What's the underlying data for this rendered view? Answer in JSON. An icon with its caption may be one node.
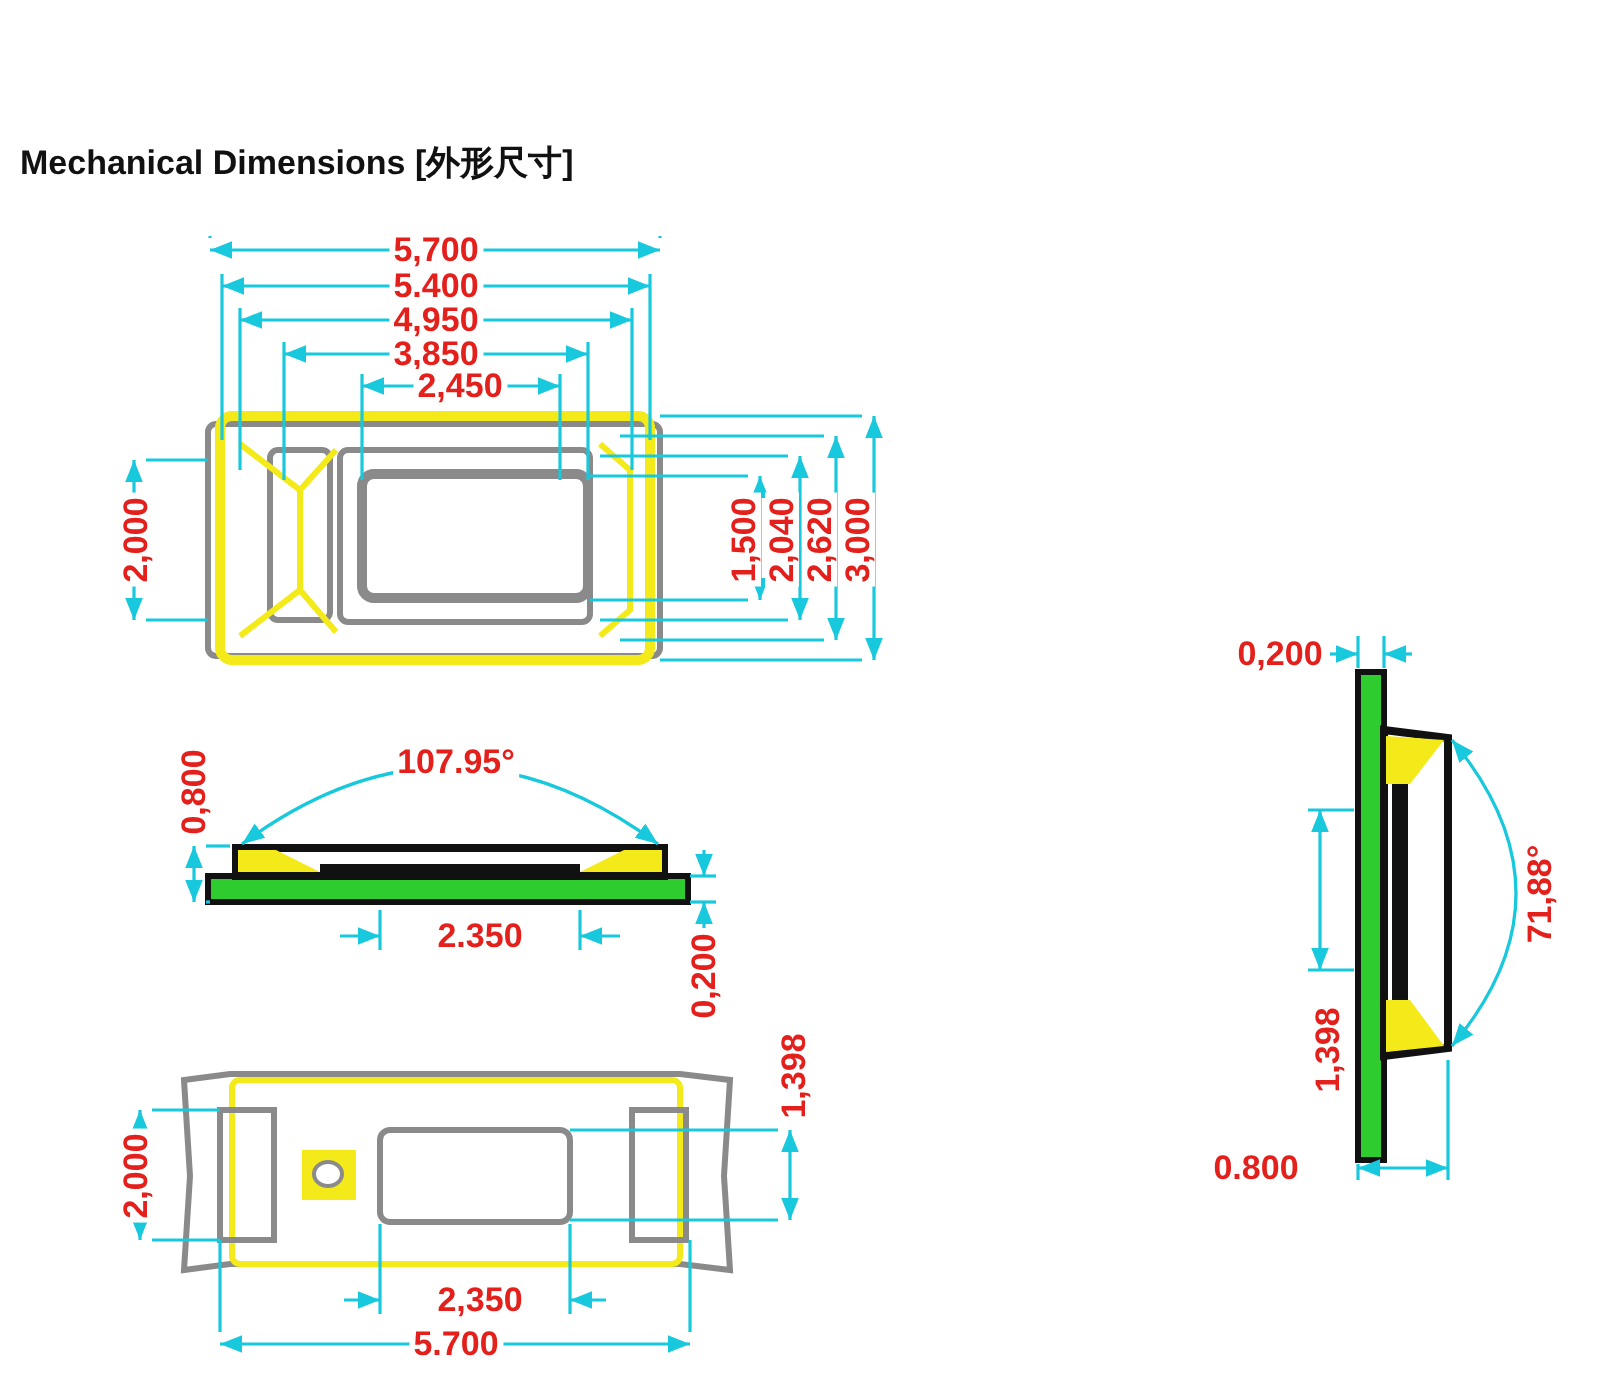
{
  "diagram": {
    "title": "Mechanical Dimensions [外形尺寸]",
    "labels": [
      "5,700",
      "5.400",
      "4,950",
      "3,850",
      "2,450",
      "2,000",
      "1,500",
      "2,040",
      "2,620",
      "3,000",
      "0,200",
      "107.95°",
      "0,800",
      "2.350",
      "0,200",
      "1,398",
      "71,88°",
      "2,000",
      "1,398",
      "2,350",
      "0.800",
      "5.700"
    ]
  }
}
